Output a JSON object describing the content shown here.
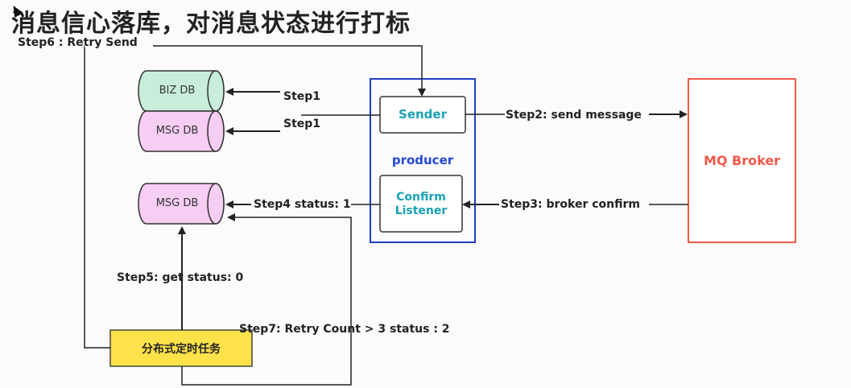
{
  "title": "消息信心落库，对消息状态进行打标",
  "components": {
    "biz_db": "BIZ DB",
    "msg_db_top": "MSG DB",
    "msg_db_bottom": "MSG DB",
    "sender": "Sender",
    "producer": "producer",
    "confirm_listener_line1": "Confirm",
    "confirm_listener_line2": "Listener",
    "mq_broker": "MQ Broker",
    "scheduler": "分布式定时任务"
  },
  "steps": {
    "step1_a": "Step1",
    "step1_b": "Step1",
    "step2": "Step2:  send message",
    "step3": "Step3:  broker confirm",
    "step4": "Step4 status: 1",
    "step5": "Step5: get status:  0",
    "step6": "Step6 :  Retry Send",
    "step7": "Step7: Retry Count > 3 status : 2"
  },
  "colors": {
    "biz_db_fill": "#c8eedb",
    "msg_db_fill": "#f6cdf3",
    "producer_border": "#1f3fbf",
    "producer_text": "#2448d6",
    "sender_text": "#1aa1b5",
    "mq_border": "#f05a4a",
    "mq_text": "#ef5a4a",
    "scheduler_fill": "#ffe14a"
  }
}
